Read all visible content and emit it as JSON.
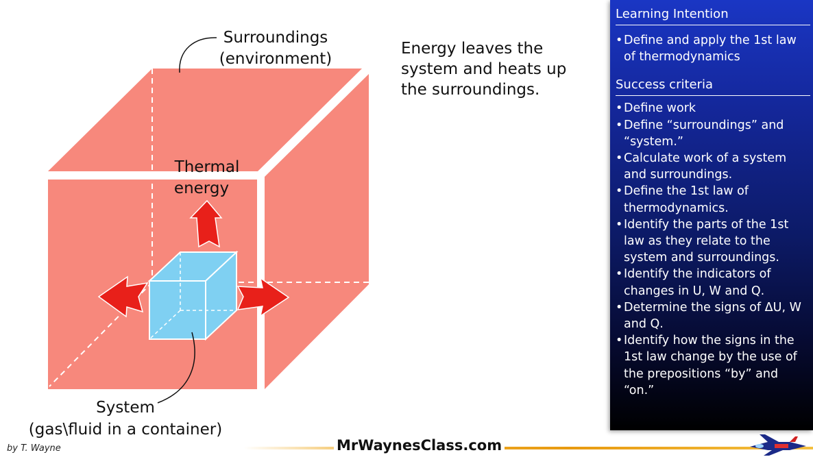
{
  "diagram": {
    "surroundings_label_line1": "Surroundings",
    "surroundings_label_line2": "(environment)",
    "thermal_label_line1": "Thermal",
    "thermal_label_line2": "energy",
    "system_label_line1": "System",
    "system_label_line2": "(gas\\fluid in a container)"
  },
  "caption": "Energy leaves the system and heats up the surroundings.",
  "panel": {
    "learning_intention_heading": "Learning Intention",
    "learning_intention_items": [
      "Define and apply the 1st law of thermodynamics"
    ],
    "success_criteria_heading": "Success criteria",
    "success_criteria_items": [
      "Define work",
      "Define “surroundings” and “system.”",
      "Calculate work of a system and surroundings.",
      "Define the 1st law of thermodynamics.",
      "Identify the parts of the 1st law as they relate to the system and surroundings.",
      "Identify the indicators of changes in U, W and Q.",
      "Determine the signs of ΔU, W and Q.",
      "Identify how the signs in the 1st law change by the use of the prepositions “by” and “on.”"
    ]
  },
  "footer": {
    "author": "by T. Wayne",
    "site": "MrWaynesClass.com"
  },
  "colors": {
    "surroundings_face": "#f7887c",
    "system_face": "#7fd0f2",
    "arrow": "#e8201a",
    "panel_top": "#1a36c4",
    "panel_bottom": "#000000"
  },
  "icons": {
    "logo": "jet-icon"
  }
}
